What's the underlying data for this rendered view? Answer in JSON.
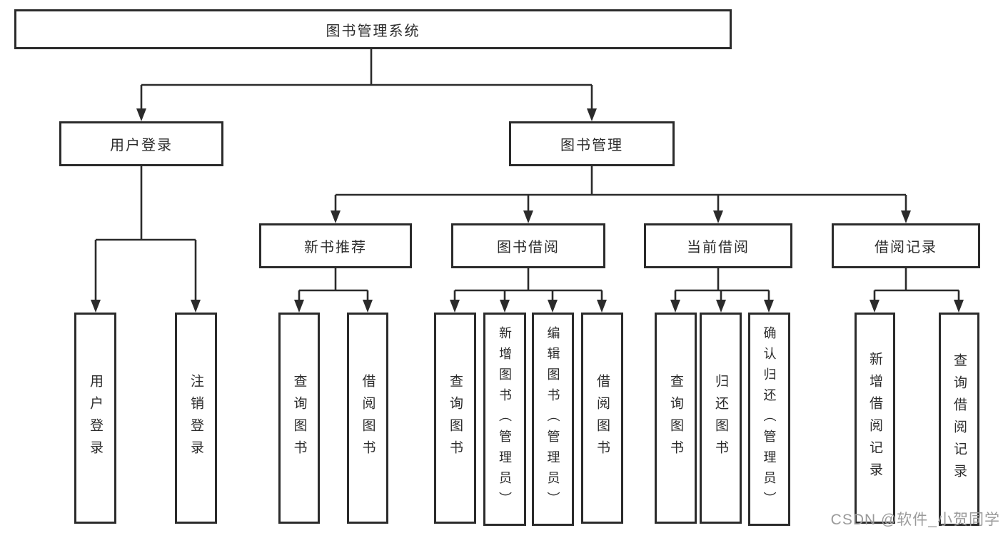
{
  "tree": {
    "root": "图书管理系统",
    "branches": [
      {
        "label": "用户登录",
        "children": [
          "用户登录",
          "注销登录"
        ]
      },
      {
        "label": "图书管理",
        "sections": [
          {
            "label": "新书推荐",
            "children": [
              "查询图书",
              "借阅图书"
            ]
          },
          {
            "label": "图书借阅",
            "children": [
              "查询图书",
              "新增图书（管理员）",
              "编辑图书（管理员）",
              "借阅图书"
            ]
          },
          {
            "label": "当前借阅",
            "children": [
              "查询图书",
              "归还图书",
              "确认归还（管理员）"
            ]
          },
          {
            "label": "借阅记录",
            "children": [
              "新增借阅记录",
              "查询借阅记录"
            ]
          }
        ]
      }
    ]
  },
  "watermark": {
    "text": "CSDN @软件_小贺同学"
  },
  "colors": {
    "box_border": "#2b2b2b",
    "connector_line": "#2b2b2b",
    "node_text": "#2c2c2c",
    "watermark_text": "#9a9a9a",
    "background": "#ffffff"
  }
}
